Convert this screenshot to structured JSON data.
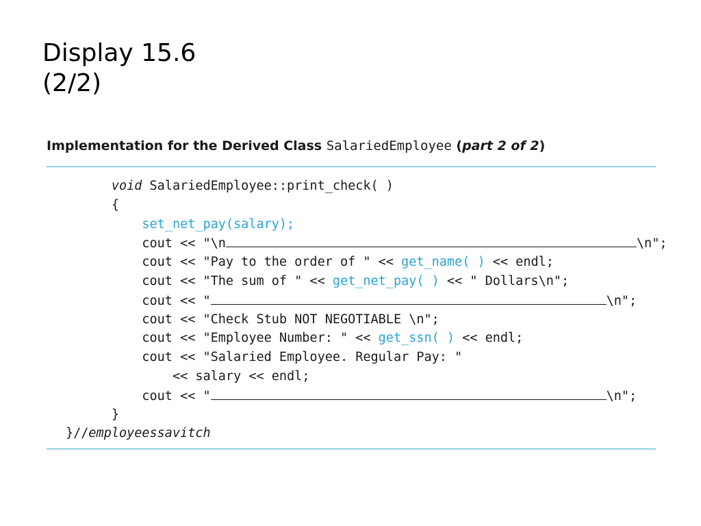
{
  "slide": {
    "title_line1": "Display 15.6",
    "title_line2": "(2/2)"
  },
  "caption": {
    "prefix": "Implementation for the Derived Class ",
    "class_name": "SalariedEmployee",
    "open_paren": " (",
    "part": "part 2 of 2",
    "close_paren": ")"
  },
  "code": {
    "l1_kw": "void",
    "l1_rest": " SalariedEmployee::print_check( )",
    "l2": "{",
    "l3_call": "set_net_pay(salary);",
    "l4_start": "cout << \"\\n",
    "l4_end": "\\n\";",
    "l5_a": "cout << \"Pay to the order of \" << ",
    "l5_call": "get_name( )",
    "l5_b": " << endl;",
    "l6_a": "cout << \"The sum of \" << ",
    "l6_call": "get_net_pay( )",
    "l6_b": " << \" Dollars\\n\";",
    "l7_start": "cout << \"",
    "l7_end": "\\n\";",
    "l8": "cout << \"Check Stub NOT NEGOTIABLE \\n\";",
    "l9_a": "cout << \"Employee Number: \" << ",
    "l9_call": "get_ssn( )",
    "l9_b": " << endl;",
    "l10": "cout << \"Salaried Employee. Regular Pay: \"",
    "l11": "<< salary << endl;",
    "l12_start": "cout << \"",
    "l12_end": "\\n\";",
    "l13": "}",
    "l14_brace": "}//",
    "l14_comment": "employeessavitch"
  }
}
